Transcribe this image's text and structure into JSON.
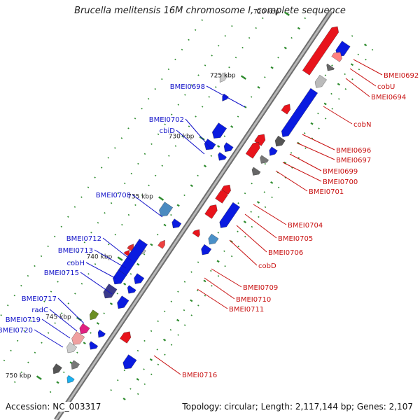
{
  "title": "Brucella melitensis 16M chromosome I, complete sequence",
  "footer": {
    "accession": "Accession: NC_003317",
    "summary": "Topology: circular; Length: 2,117,144 bp; Genes: 2,107"
  },
  "colors": {
    "backbone": "#8a8a8a",
    "forward_gene": "#0a1be0",
    "reverse_gene": "#e8141c",
    "tick": "#2e8b2e",
    "left_label": "#1010c8",
    "right_label": "#c81010"
  },
  "ruler": [
    "720 kbp",
    "725 kbp",
    "730 kbp",
    "735 kbp",
    "740 kbp",
    "745 kbp",
    "750 kbp"
  ],
  "left_labels": [
    "BMEI0698",
    "BMEI0702",
    "cbiD",
    "BMEI0708",
    "BMEI0712",
    "BMEI0713",
    "cobH",
    "BMEI0715",
    "BMEI0717",
    "radC",
    "BMEI0719",
    "BMEI0720"
  ],
  "right_labels": [
    "BMEI0692",
    "cobU",
    "BMEI0694",
    "cobN",
    "BMEI0696",
    "BMEI0697",
    "BMEI0699",
    "BMEI0700",
    "BMEI0701",
    "BMEI0704",
    "BMEI0705",
    "BMEI0706",
    "cobD",
    "BMEI0709",
    "BMEI0710",
    "BMEI0711",
    "BMEI0716"
  ]
}
